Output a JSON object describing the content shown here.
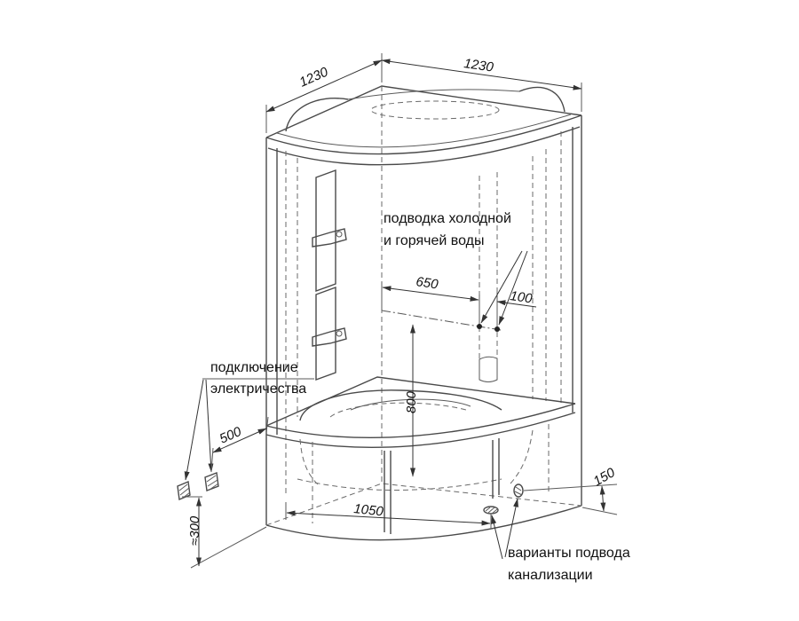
{
  "dimensions": {
    "width_left": "1230",
    "width_right": "1230",
    "d650": "650",
    "d100": "100",
    "d800": "800",
    "d500": "500",
    "d1050": "1050",
    "d150": "150",
    "d300": "≈300"
  },
  "labels": {
    "water_line1": "подводка холодной",
    "water_line2": "и горячей воды",
    "power_line1": "подключение",
    "power_line2": "электричества",
    "drain_line1": "варианты подвода",
    "drain_line2": "канализации"
  }
}
